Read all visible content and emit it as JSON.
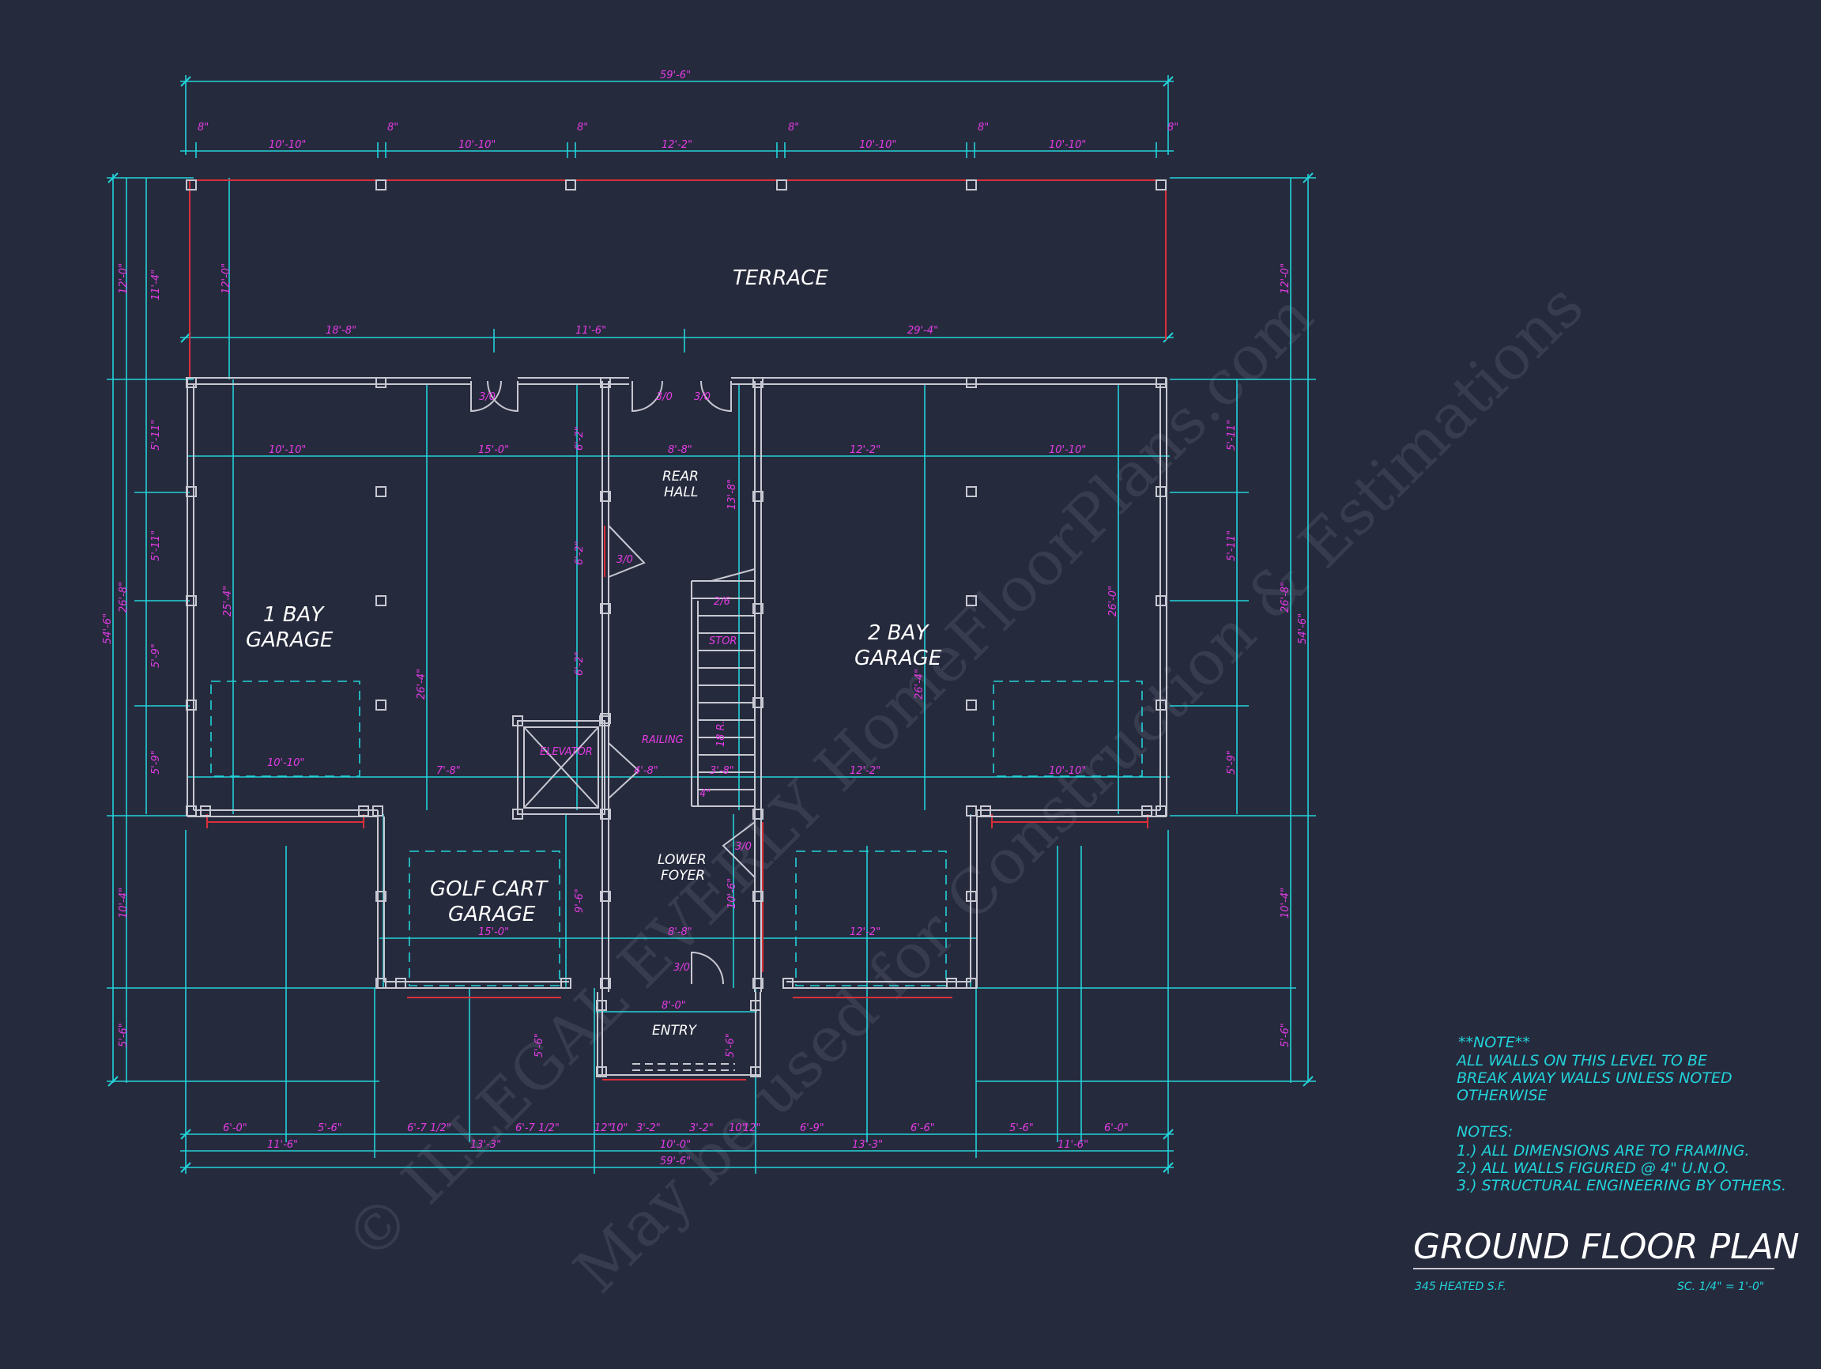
{
  "rooms": {
    "terrace": "TERRACE",
    "rear_hall": [
      "REAR",
      "HALL"
    ],
    "bay1": [
      "1 BAY",
      "GARAGE"
    ],
    "bay2": [
      "2 BAY",
      "GARAGE"
    ],
    "golf": [
      "GOLF CART",
      "GARAGE"
    ],
    "lower_foyer": [
      "LOWER",
      "FOYER"
    ],
    "entry": "ENTRY",
    "elevator": "ELEVATOR",
    "stor": "STOR",
    "railing": "RAILING"
  },
  "dimensions": {
    "overall": "59'-6\"",
    "top_row": [
      "10'-10\"",
      "10'-10\"",
      "12'-2\"",
      "10'-10\"",
      "10'-10\""
    ],
    "top_eights": [
      "8\"",
      "8\"",
      "8\"",
      "8\"",
      "8\"",
      "8\""
    ],
    "terrace_row": [
      "18'-8\"",
      "11'-6\"",
      "29'-4\""
    ],
    "row_upper": [
      "10'-10\"",
      "15'-0\"",
      "8'-8\"",
      "12'-2\"",
      "10'-10\""
    ],
    "row_lower": [
      "10'-10\"",
      "7'-8\"",
      "4'-8\"",
      "3'-8\"",
      "12'-2\"",
      "10'-10\""
    ],
    "golf_row": [
      "15'-0\"",
      "8'-8\"",
      "12'-2\""
    ],
    "entry_width": "8'-0\"",
    "bottom_row1": [
      "6'-0\"",
      "5'-6\"",
      "6'-7 1/2\"",
      "6'-7 1/2\"",
      "12\"",
      "10\"",
      "3'-2\"",
      "3'-2\"",
      "10\"",
      "12\"",
      "6'-9\"",
      "6'-6\"",
      "5'-6\"",
      "6'-0\""
    ],
    "bottom_row2": [
      "11'-6\"",
      "13'-3\"",
      "10'-0\"",
      "13'-3\"",
      "11'-6\""
    ],
    "bottom_overall": "59'-6\"",
    "left_outer": [
      "12'-0\"",
      "26'-8\"",
      "10'-4\"",
      "5'-6\""
    ],
    "left_inner": [
      "11'-4\"",
      "5'-11\"",
      "5'-11\"",
      "5'-9\"",
      "5'-9\""
    ],
    "left_overall": "54'-6\"",
    "right_outer": [
      "12'-0\"",
      "26'-8\"",
      "10'-4\"",
      "5'-6\""
    ],
    "right_inner": [
      "5'-11\"",
      "5'-11\"",
      "5'-9\""
    ],
    "right_overall": "54'-6\"",
    "interior": [
      "12'-0\"",
      "25'-4\"",
      "26'-4\"",
      "6'-2\"",
      "6'-2\"",
      "6'-2\"",
      "13'-8\"",
      "26'-4\"",
      "26'-0\"",
      "9'-6\"",
      "10'-6\"",
      "5'-6\"",
      "5'-6\"",
      "10'-10\"",
      "10'-10\""
    ],
    "openings": [
      "3/0",
      "3/0",
      "3/0",
      "3/0",
      "3/0",
      "3/0",
      "2/6",
      "18 R.",
      "4\""
    ]
  },
  "notes": {
    "note_heading": "**NOTE**",
    "note_lines": [
      "ALL WALLS ON THIS LEVEL TO BE",
      "BREAK AWAY WALLS UNLESS NOTED",
      "OTHERWISE"
    ],
    "notes_heading": "NOTES:",
    "notes_items": [
      "1.) ALL DIMENSIONS ARE TO FRAMING.",
      "2.) ALL WALLS FIGURED @ 4\" U.N.O.",
      "3.) STRUCTURAL ENGINEERING BY OTHERS."
    ]
  },
  "title_block": {
    "title": "GROUND FLOOR PLAN",
    "area": "345 HEATED S.F.",
    "scale": "SC. 1/4\" = 1'-0\""
  },
  "watermark": [
    "© ILLEGAL EVERLY HomeFloorPlans.com",
    "May be used for Construction & Estimations"
  ],
  "colors": {
    "background": "#262a3d",
    "dimension": "#22d3da",
    "accent": "#e43ce4",
    "wall": "#c8c8d2",
    "red": "#d9303a"
  }
}
